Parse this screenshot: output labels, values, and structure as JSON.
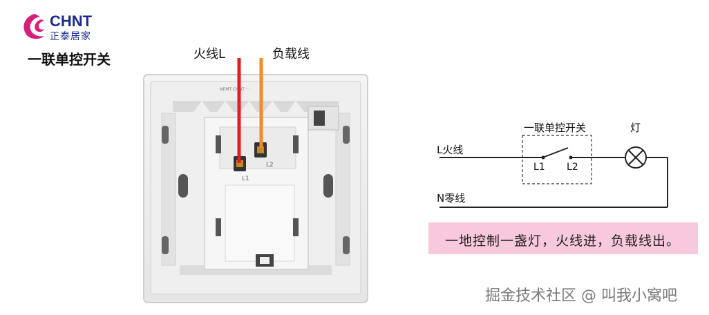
{
  "brand": {
    "name_en": "CHNT",
    "name_cn": "正泰居家"
  },
  "title": "一联单控开关",
  "wires": {
    "live_label": "火线L",
    "load_label": "负载线",
    "live_color": "#e02020",
    "load_color": "#f08a2a"
  },
  "panel": {
    "print": "NEMT CHNT · ·",
    "terminal_l1": "L1",
    "terminal_l2": "L2"
  },
  "diagram": {
    "switch_label": "一联单控开关",
    "lamp_label": "灯",
    "live_line_label": "L火线",
    "neutral_line_label": "N零线",
    "terminal_l1": "L1",
    "terminal_l2": "L2"
  },
  "note": {
    "text": "一地控制一盏灯，火线进，负载线出。",
    "bg_color": "#f8c8dc"
  },
  "watermark": "掘金技术社区 @ 叫我小窝吧",
  "icons": {
    "logo": "chnt-flame-logo",
    "lamp": "lamp-cross-icon",
    "switch": "switch-contact-icon"
  }
}
